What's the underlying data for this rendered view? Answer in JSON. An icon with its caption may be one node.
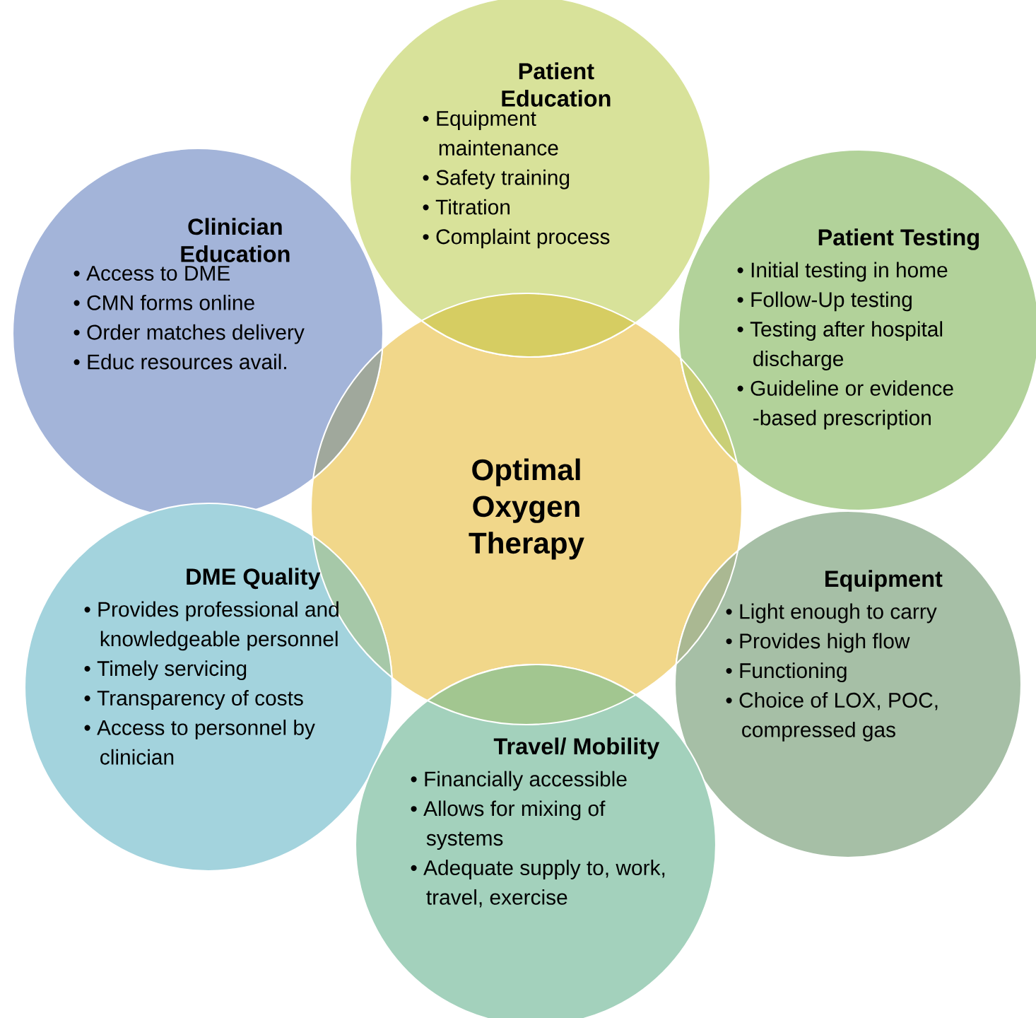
{
  "diagram": {
    "nodes": [
      {
        "text": [
          "Patient Education",
          "• Equipment maintenance",
          "• Safety training",
          "• Titration",
          "• Complaint process"
        ]
      },
      {
        "text": [
          "Clinician Education",
          "• Access to DME",
          "• CMN forms online",
          "• Order matches delivery",
          "• Educ resources avail."
        ]
      },
      {
        "text": [
          "Patient Testing",
          "• Initial testing in home",
          "• Follow-Up testing",
          "• Testing after hospital discharge",
          "• Guideline or evidence -based prescription"
        ]
      },
      {
        "text": [
          "Optimal Oxygen Therapy"
        ]
      },
      {
        "text": [
          "DME Quality",
          "• Provides professional and knowledgeable personnel",
          "• Timely servicing",
          "• Transparency of costs",
          "• Access to personnel by clinician"
        ]
      },
      {
        "text": [
          "Equipment",
          "• Light enough to carry",
          "• Provides high flow",
          "• Functioning",
          "• Choice of LOX, POC, compressed gas"
        ]
      },
      {
        "text": [
          "Travel/ Mobility",
          "• Financially accessible",
          "• Allows for mixing of systems",
          "• Adequate supply to, work, travel, exercise"
        ]
      }
    ],
    "edges": []
  }
}
